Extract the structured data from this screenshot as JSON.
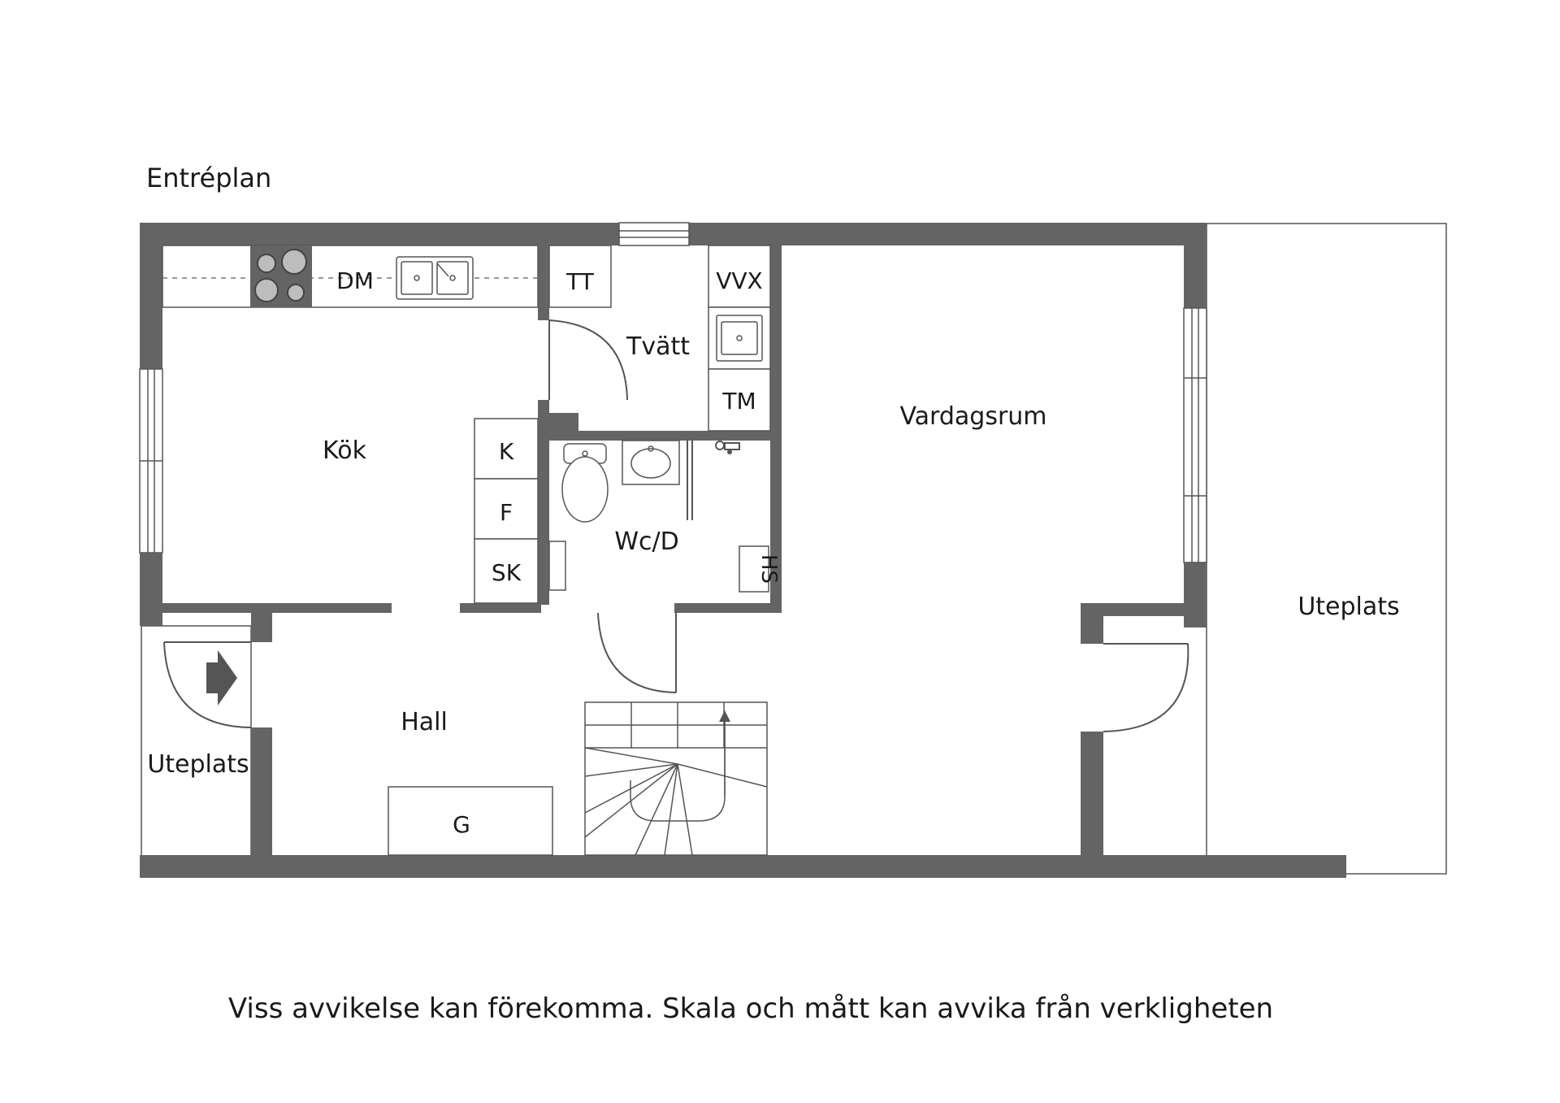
{
  "plan": {
    "title": "Entréplan",
    "disclaimer": "Viss avvikelse kan förekomma. Skala och mått kan avvika från verkligheten",
    "wall_color": "#646464",
    "rooms": {
      "kok": "Kök",
      "hall": "Hall",
      "tvatt": "Tvätt",
      "wcd": "Wc/D",
      "vardagsrum": "Vardagsrum",
      "uteplats_left": "Uteplats",
      "uteplats_right": "Uteplats"
    },
    "fixtures": {
      "dm": "DM",
      "tt": "TT",
      "vvx": "VVX",
      "tm": "TM",
      "k": "K",
      "f": "F",
      "sk": "SK",
      "hs": "HS",
      "g": "G"
    },
    "icons": [
      "stove-icon",
      "sink-icon",
      "toilet-icon",
      "washbasin-icon",
      "stairs-icon",
      "entrance-arrow-icon"
    ]
  }
}
